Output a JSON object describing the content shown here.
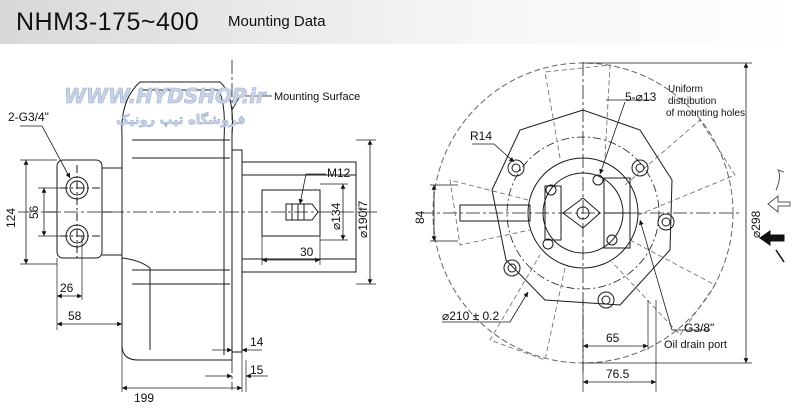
{
  "header": {
    "title": "NHM3-175~400",
    "subtitle": "Mounting Data"
  },
  "watermark": {
    "logo_text": "WWW.HYDSHOP.ir",
    "logo_subtext": "فروشگاه تیپ رونیک"
  },
  "side_view": {
    "port_callout": "2-G3/4\"",
    "mounting_surface": "Mounting Surface",
    "thread_callout": "M12",
    "dim_124": "124",
    "dim_56": "56",
    "dim_26": "26",
    "dim_58": "58",
    "dim_30": "30",
    "dim_134": "⌀134",
    "dim_190": "⌀190f7",
    "dim_14": "14",
    "dim_15": "15",
    "dim_199": "199"
  },
  "front_view": {
    "holes_callout": "5-⌀13",
    "holes_note_1": "Uniform",
    "holes_note_2": "distribution",
    "holes_note_3": "of mounting holes",
    "radius_callout": "R14",
    "dim_84": "84",
    "dim_298": "⌀298",
    "pcd_callout": "⌀210 ± 0.2",
    "dim_65": "65",
    "dim_76_5": "76.5",
    "drain_callout": "G3/8\"",
    "drain_note": "Oil drain port"
  },
  "colors": {
    "line": "#1a1a1a",
    "hidden_line": "#666666",
    "watermark_fill": "#c9d3e6"
  },
  "icons": [
    "rotation-arrow-ccw-icon",
    "rotation-arrow-cw-icon"
  ]
}
